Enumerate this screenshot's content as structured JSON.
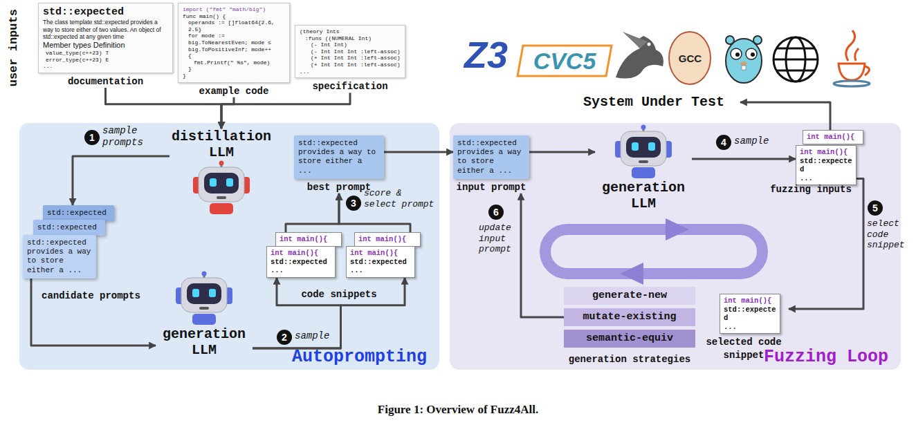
{
  "diagram": {
    "caption": "Figure 1: Overview of Fuzz4All.",
    "nodes": [
      {
        "text": [
          "Autoprompting"
        ]
      },
      {
        "text": [
          "Fuzzing Loop"
        ]
      },
      {
        "text": [
          "std::expected",
          "The class template std::expected provides a way to store either of two values. An object of std::expected at any given time",
          "Member types Definition",
          "value_type(c++23) T",
          "error_type(c++23) E",
          "...",
          "documentation"
        ]
      },
      {
        "text": [
          "import (\"fmt\" \"math/big\")",
          "func main() {",
          "operands := []float64{2.6, 2.5}",
          "for mode := big.ToNearestEven; mode ≤ big.ToPositiveInf; mode++",
          "{",
          "fmt.Printf(\"  %s\", mode)",
          "}",
          "}",
          "example code"
        ]
      },
      {
        "text": [
          "(theory Ints",
          ":funs ((NUMERAL Int)",
          "(- Int Int)",
          "(- Int Int Int :left-assoc)",
          "(+ Int Int Int :left-assoc)",
          "(+ Int Int Int :left-assoc)",
          "...",
          "specification"
        ]
      },
      {
        "text": [
          "distillation LLM"
        ],
        "in": 0
      },
      {
        "text": [
          "std::expected"
        ],
        "in": 0
      },
      {
        "text": [
          "std::expected"
        ],
        "in": 0
      },
      {
        "text": [
          "std::expected provides a way to store either a ..."
        ],
        "in": 0
      },
      {
        "text": [
          "generation LLM"
        ],
        "in": 0
      },
      {
        "text": [
          "int main(){"
        ],
        "in": 0
      },
      {
        "text": [
          "int main(){",
          "std::expected",
          "..."
        ],
        "in": 0
      },
      {
        "text": [
          "int main(){"
        ],
        "in": 0
      },
      {
        "text": [
          "int main(){",
          "std::expected",
          "..."
        ],
        "in": 0
      },
      {
        "text": [
          "std::expected provides a way to store either a ...",
          "best prompt"
        ],
        "in": 0
      },
      {
        "text": [
          "std::expected provides a way to store either a ...",
          "input prompt"
        ],
        "in": 1
      },
      {
        "text": [
          "generation LLM"
        ],
        "in": 1
      },
      {
        "text": [
          "int main(){"
        ],
        "in": 1
      },
      {
        "text": [
          "int main(){",
          "std::expected",
          "..."
        ],
        "in": 1
      },
      {
        "text": [
          "generate-new"
        ],
        "in": 1
      },
      {
        "text": [
          "mutate-existing"
        ],
        "in": 1
      },
      {
        "text": [
          "semantic-equiv"
        ],
        "in": 1
      },
      {
        "text": [
          "int main(){",
          "std::expected",
          "...",
          "selected code snippet"
        ],
        "in": 1
      },
      {
        "text": [
          "System Under Test"
        ]
      }
    ],
    "edges": [
      {
        "from": 2,
        "to": 5,
        "arrow": "to"
      },
      {
        "from": 3,
        "to": 5,
        "arrow": "to"
      },
      {
        "from": 4,
        "to": 5,
        "arrow": "to"
      },
      {
        "from": 5,
        "to": 6,
        "arrow": "to"
      },
      {
        "from": 8,
        "to": 9,
        "arrow": "to"
      },
      {
        "from": 9,
        "to": 11,
        "arrow": "to"
      },
      {
        "from": 9,
        "to": 13,
        "arrow": "to"
      },
      {
        "from": 10,
        "to": 14,
        "arrow": "to"
      },
      {
        "from": 12,
        "to": 14,
        "arrow": "to"
      },
      {
        "from": 14,
        "to": 15,
        "arrow": "to"
      },
      {
        "from": 15,
        "to": 16,
        "arrow": "to"
      },
      {
        "from": 16,
        "to": 18,
        "arrow": "to"
      },
      {
        "from": 17,
        "to": 23,
        "arrow": "to"
      },
      {
        "from": 18,
        "to": 22,
        "arrow": "to"
      },
      {
        "from": 20,
        "to": 15,
        "arrow": "to"
      }
    ],
    "labels": [
      "user inputs",
      "Z3",
      "CVC5",
      "GCC",
      "1",
      "sample prompts",
      "candidate prompts",
      "2",
      "sample",
      "code snippets",
      "3",
      "score & select prompt",
      "4",
      "sample",
      "fuzzing inputs",
      "5",
      "select code snippet",
      "6",
      "update input prompt",
      "generation strategies"
    ]
  }
}
